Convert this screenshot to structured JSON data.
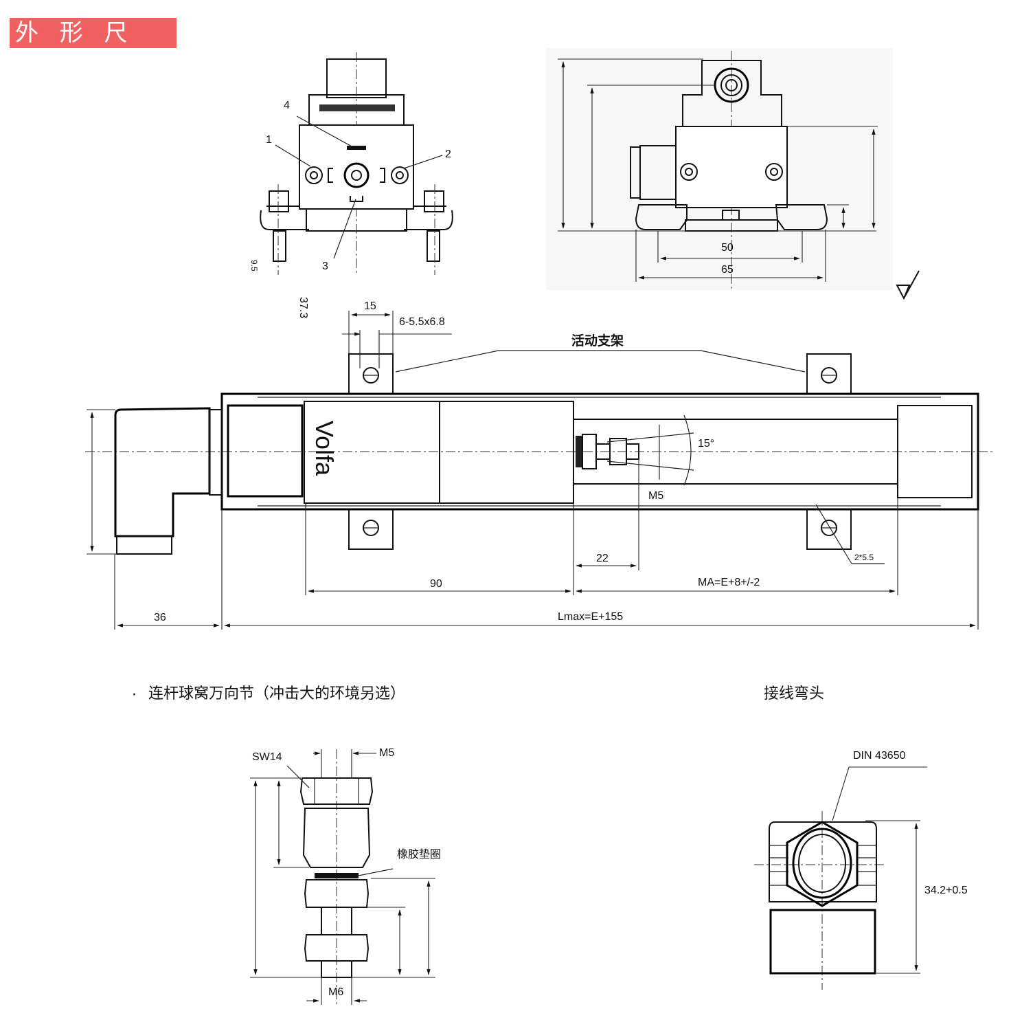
{
  "title": "外 形 尺 寸:",
  "top_left_view": {
    "callouts": [
      "1",
      "2",
      "3",
      "4"
    ],
    "dim_a": "9.5",
    "dim_b": "37.3"
  },
  "top_right_view": {
    "dim_inner_width": "50",
    "dim_outer_width": "65"
  },
  "main_view": {
    "brand": "Volfa",
    "bracket_label": "活动支架",
    "dim_bracket_width": "15",
    "dim_slot": "6-5.5x6.8",
    "dim_angle": "15°",
    "dim_thread": "M5",
    "dim_hole": "2*5.5",
    "dim_22": "22",
    "dim_90": "90",
    "dim_ma": "MA=E+8+/-2",
    "dim_36": "36",
    "dim_lmax": "Lmax=E+155"
  },
  "ball_joint_section": {
    "heading_bullet": "·",
    "heading": "连杆球窝万向节（冲击大的环境另选）",
    "label_sw": "SW14",
    "label_m5": "M5",
    "label_rubber": "橡胶垫圈",
    "label_m6": "M6"
  },
  "connector_section": {
    "heading": "接线弯头",
    "label_din": "DIN  43650",
    "dim_height": "34.2+0.5"
  }
}
